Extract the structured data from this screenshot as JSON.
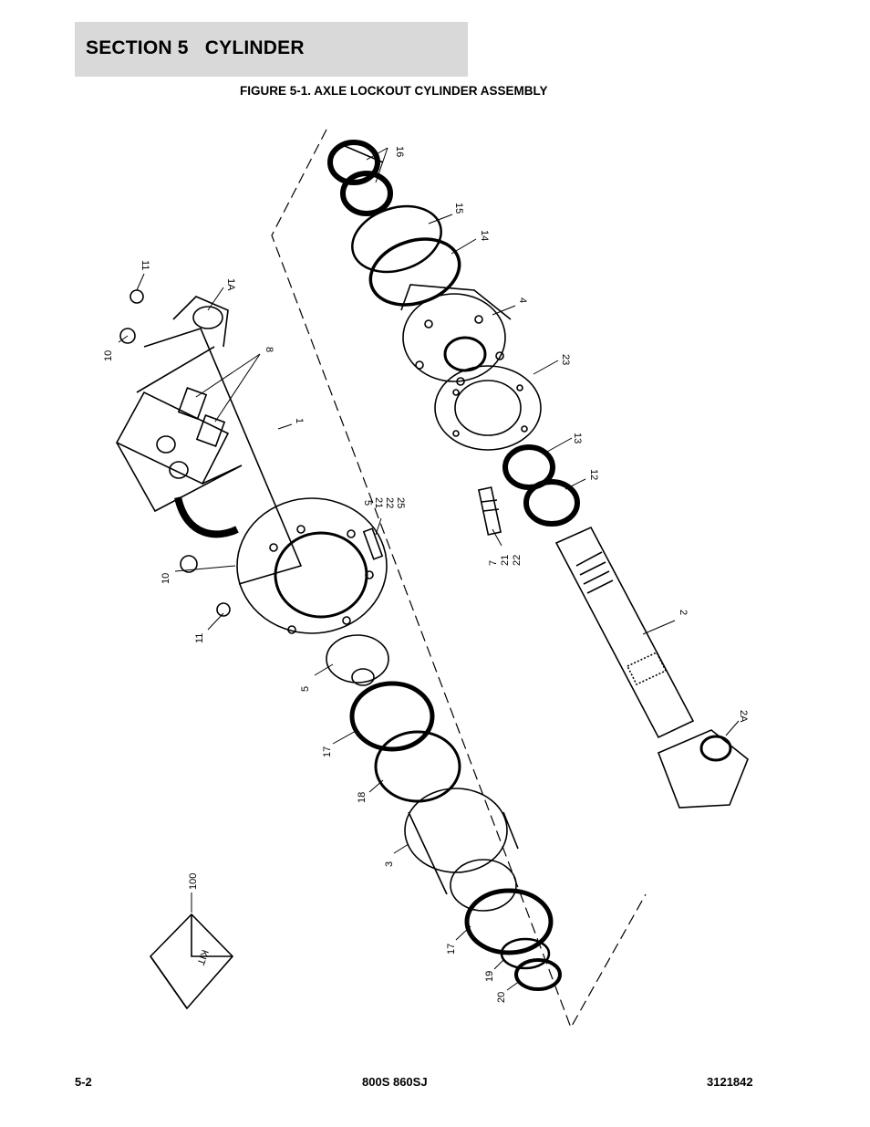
{
  "section": {
    "title": "SECTION 5   CYLINDER"
  },
  "figure": {
    "caption": "FIGURE 5-1. AXLE LOCKOUT CYLINDER ASSEMBLY",
    "callouts": {
      "c16": "16",
      "c15": "15",
      "c14": "14",
      "c4": "4",
      "c23": "23",
      "c13": "13",
      "c12": "12",
      "c2": "2",
      "c2A": "2A",
      "c7": "7",
      "c21a": "21",
      "c22a": "22",
      "c5a": "5",
      "c21b": "21",
      "c22b": "22",
      "c25": "25",
      "c11a": "11",
      "c1A": "1A",
      "c10a": "10",
      "c8": "8",
      "c1": "1",
      "c10b": "10",
      "c11b": "11",
      "c5b": "5",
      "c17a": "17",
      "c18": "18",
      "c3": "3",
      "c17b": "17",
      "c19": "19",
      "c20": "20",
      "c100": "100",
      "kit": "KIT"
    }
  },
  "footer": {
    "page": "5-2",
    "model": "800S 860SJ",
    "doc_number": "3121842"
  }
}
